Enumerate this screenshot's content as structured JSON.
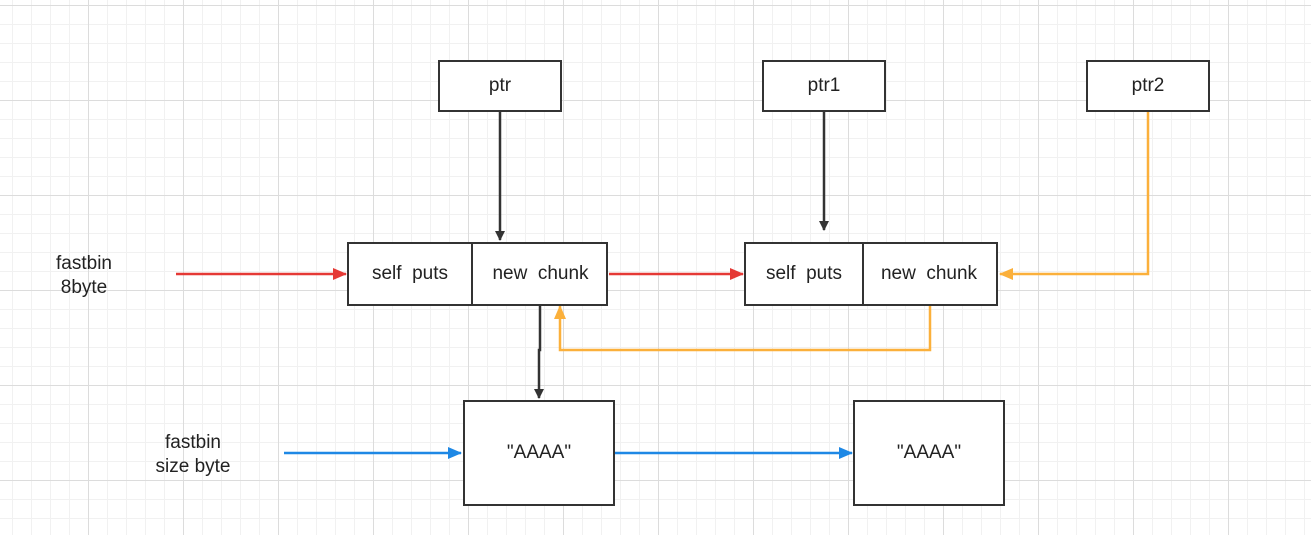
{
  "pointers": {
    "ptr": "ptr",
    "ptr1": "ptr1",
    "ptr2": "ptr2"
  },
  "chunks": [
    {
      "left": "self  puts",
      "right": "new  chunk"
    },
    {
      "left": "self  puts",
      "right": "new  chunk"
    }
  ],
  "data_boxes": [
    "\"AAAA\"",
    "\"AAAA\""
  ],
  "side_labels": {
    "fastbin_8": [
      "fastbin",
      "8byte"
    ],
    "fastbin_size": [
      "fastbin",
      "size byte"
    ]
  },
  "colors": {
    "red_arrow": "#e53935",
    "blue_arrow": "#1e88e5",
    "orange_arrow": "#fbb03b",
    "black_arrow": "#333333"
  }
}
